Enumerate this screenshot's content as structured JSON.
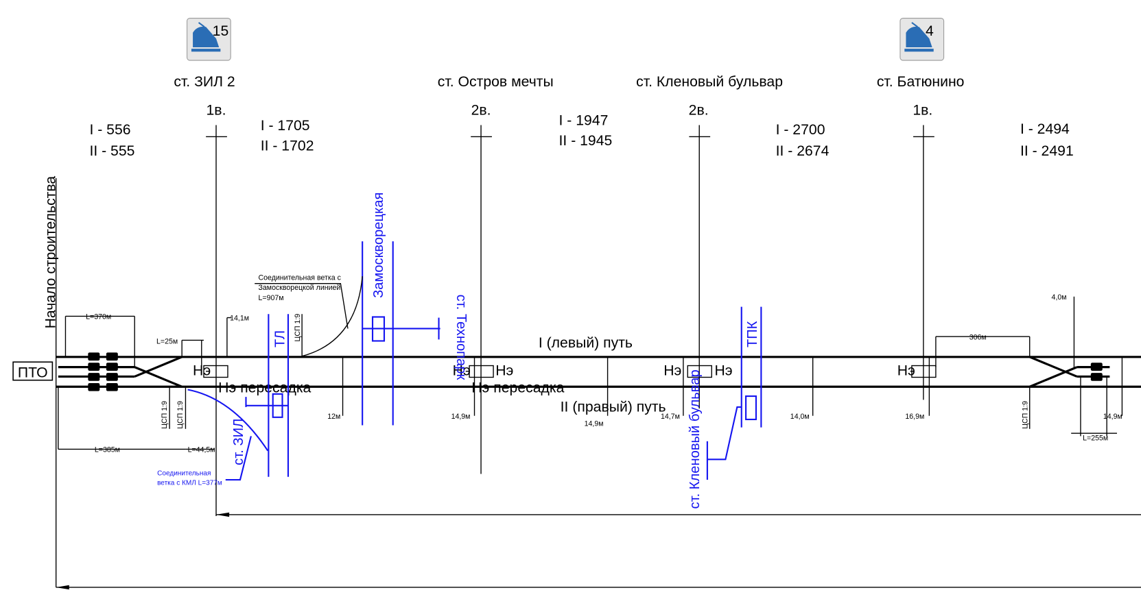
{
  "stations": [
    {
      "name": "ст. ЗИЛ 2",
      "picket": "1в.",
      "count_i": "I - 1705",
      "count_ii": "II - 1702",
      "badge": "15"
    },
    {
      "name": "ст. Остров мечты",
      "picket": "2в.",
      "count_i": "I - 1947",
      "count_ii": "II - 1945"
    },
    {
      "name": "ст. Кленовый бульвар",
      "picket": "2в.",
      "count_i": "I - 2700",
      "count_ii": "II - 2674"
    },
    {
      "name": "ст. Батюнино",
      "picket": "1в.",
      "count_i": "I - 2494",
      "count_ii": "II - 2491",
      "badge": "4"
    }
  ],
  "start_counts": {
    "i": "I - 556",
    "ii": "II - 555"
  },
  "start_label": "Начало строительства",
  "depot": "ПТО",
  "tracks": {
    "left": "I (левый) путь",
    "right": "II (правый) путь"
  },
  "signals": {
    "ne": "Нэ",
    "transfer": "Нэ пересадка"
  },
  "blue_labels": {
    "tl": "ТЛ",
    "zamosk": "Замоскворецкая",
    "tekhnopark": "ст. Технопарк",
    "tpk": "ТПК",
    "klenoviy": "ст. Кленовый бульвар",
    "zil": "ст. ЗИЛ"
  },
  "branch_zamosk": {
    "line1": "Соединительная ветка с",
    "line2": "Замоскворецкой линией",
    "line3": "L=907м"
  },
  "branch_kml": {
    "line1": "Соединительная",
    "line2": "ветка с КМЛ L=377м"
  },
  "dims": {
    "l370": "L=370м",
    "l25": "L=25м",
    "l385": "L=385м",
    "l445": "L=44,5м",
    "d141": "14,1м",
    "csp": "ЦСП 1:9",
    "d12": "12м",
    "d149a": "14,9м",
    "d149b": "14,9м",
    "d147": "14,7м",
    "d140": "14,0м",
    "d169": "16,9м",
    "d306": "306м",
    "d40": "4,0м",
    "d149c": "14,9м",
    "l255": "L=255м"
  },
  "colors": {
    "blue": "#1515f0",
    "black": "#000000",
    "icon": "#2a6db5"
  }
}
